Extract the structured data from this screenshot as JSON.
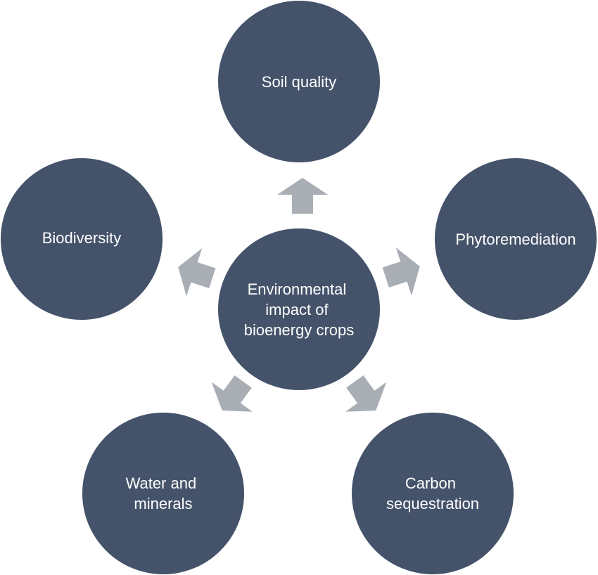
{
  "colors": {
    "node_fill": "#44536a",
    "node_text": "#ffffff",
    "arrow_fill": "#a9aeb4",
    "background": "#ffffff"
  },
  "center": {
    "lines": [
      "Environmental",
      "impact of",
      "bioenergy crops"
    ]
  },
  "outer_nodes": [
    {
      "id": "soil-quality",
      "lines": [
        "Soil quality"
      ]
    },
    {
      "id": "phytoremediation",
      "lines": [
        "Phytoremediation"
      ]
    },
    {
      "id": "carbon-sequestration",
      "lines": [
        "Carbon",
        "sequestration"
      ]
    },
    {
      "id": "water-and-minerals",
      "lines": [
        "Water and",
        "minerals"
      ]
    },
    {
      "id": "biodiversity",
      "lines": [
        "Biodiversity"
      ]
    }
  ]
}
